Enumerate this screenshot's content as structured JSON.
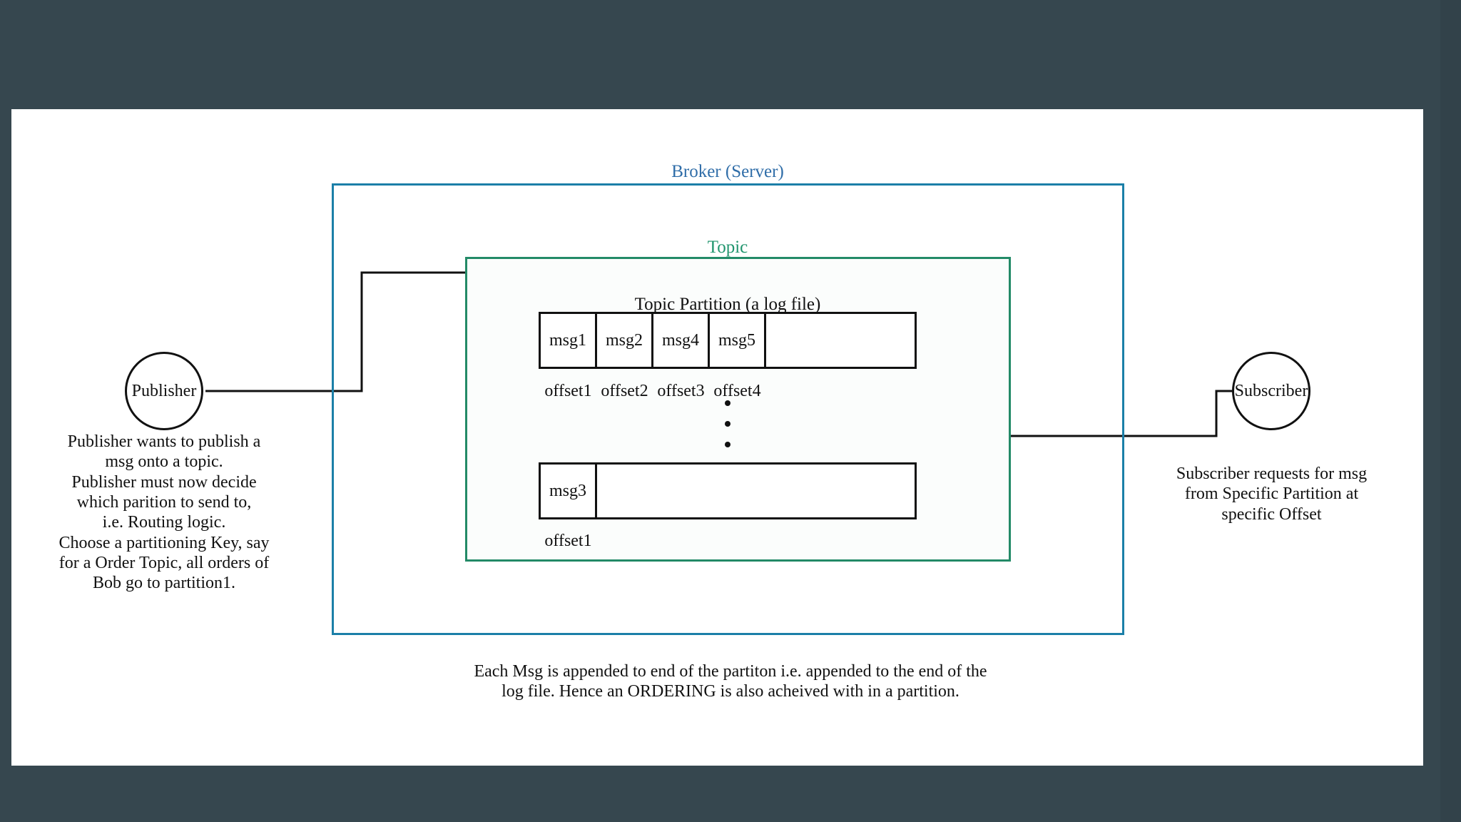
{
  "canvas": {
    "background": "#36474f",
    "paper": "#ffffff"
  },
  "colors": {
    "broker_border": "#1b7fa8",
    "broker_label": "#2f6da8",
    "topic_border": "#238a67",
    "topic_label": "#21956e",
    "line": "#111111"
  },
  "broker": {
    "label": "Broker (Server)"
  },
  "topic": {
    "label": "Topic"
  },
  "partition": {
    "title": "Topic Partition (a log file)",
    "rows": [
      {
        "id": "partition-1",
        "cells": [
          "msg1",
          "msg2",
          "msg4",
          "msg5"
        ],
        "offsets": [
          "offset1",
          "offset2",
          "offset3",
          "offset4"
        ]
      },
      {
        "id": "partition-2",
        "cells": [
          "msg3"
        ],
        "offsets": [
          "offset1"
        ]
      }
    ],
    "ellipsis_dots": 3
  },
  "publisher": {
    "label": "Publisher",
    "note": "Publisher wants to publish a\nmsg onto a topic.\nPublisher must now decide\nwhich parition to send to,\ni.e. Routing logic.\nChoose a partitioning Key,  say\nfor a Order Topic, all orders of\nBob go to partition1."
  },
  "subscriber": {
    "label": "Subscriber",
    "note": "Subscriber requests for msg\nfrom Specific Partition at\nspecific Offset"
  },
  "footer": {
    "note": "Each Msg is appended to end of the partiton i.e. appended to the end of the\nlog file. Hence an ORDERING is also acheived with in a partition."
  }
}
